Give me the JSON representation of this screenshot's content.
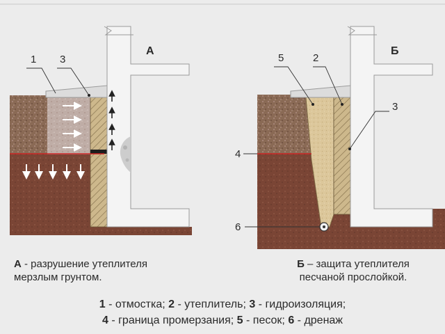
{
  "panel_a": {
    "letter": "А",
    "labels": {
      "l1": "1",
      "l3": "3"
    },
    "caption_letter": "А",
    "caption_text": " - разрушение утеплителя",
    "caption_line2": "мерзлым грунтом."
  },
  "panel_b": {
    "letter": "Б",
    "labels": {
      "l5": "5",
      "l2": "2",
      "l3": "3",
      "l4": "4",
      "l6": "6"
    },
    "caption_letter": "Б",
    "caption_text": " – защита утеплителя",
    "caption_line2": "песчаной прослойкой."
  },
  "legend": {
    "line1": [
      {
        "num": "1",
        "text": " - отмостка; "
      },
      {
        "num": "2",
        "text": " - утеплитель; "
      },
      {
        "num": "3",
        "text": " - гидроизоляция;"
      }
    ],
    "line2": [
      {
        "num": "4",
        "text": " - граница промерзания; "
      },
      {
        "num": "5",
        "text": " - песок; "
      },
      {
        "num": "6",
        "text": " - дренаж"
      }
    ]
  },
  "colors": {
    "soil_top": "#8a6a55",
    "soil_bottom": "#7a4535",
    "wall": "#f4f4f4",
    "insulation": "#cdb88c",
    "sand": "#dcc79b",
    "frost_line": "#cc2222",
    "blind_area": "#dcdcdc"
  }
}
